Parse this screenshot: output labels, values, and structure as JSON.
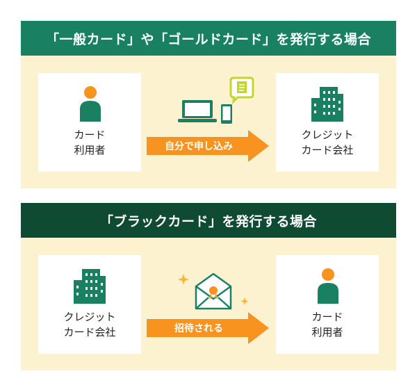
{
  "colors": {
    "header1": "#198162",
    "header2": "#0f4a33",
    "panel": "#fcf2cf",
    "teal": "#198162",
    "orange": "#f7931e",
    "card": "#ffffff"
  },
  "section1": {
    "title": "「一般カード」や「ゴールドカード」を発行する場合",
    "left_card": {
      "line1": "カード",
      "line2": "利用者",
      "icon": "person-icon"
    },
    "arrow_label": "自分で申し込み",
    "middle_icons": [
      "laptop-icon",
      "smartphone-icon",
      "document-bubble-icon"
    ],
    "right_card": {
      "line1": "クレジット",
      "line2": "カード会社",
      "icon": "building-icon"
    }
  },
  "section2": {
    "title": "「ブラックカード」を発行する場合",
    "left_card": {
      "line1": "クレジット",
      "line2": "カード会社",
      "icon": "building-icon"
    },
    "arrow_label": "招待される",
    "middle_icons": [
      "invitation-envelope-icon",
      "sparkle-icon"
    ],
    "right_card": {
      "line1": "カード",
      "line2": "利用者",
      "icon": "person-icon"
    }
  }
}
